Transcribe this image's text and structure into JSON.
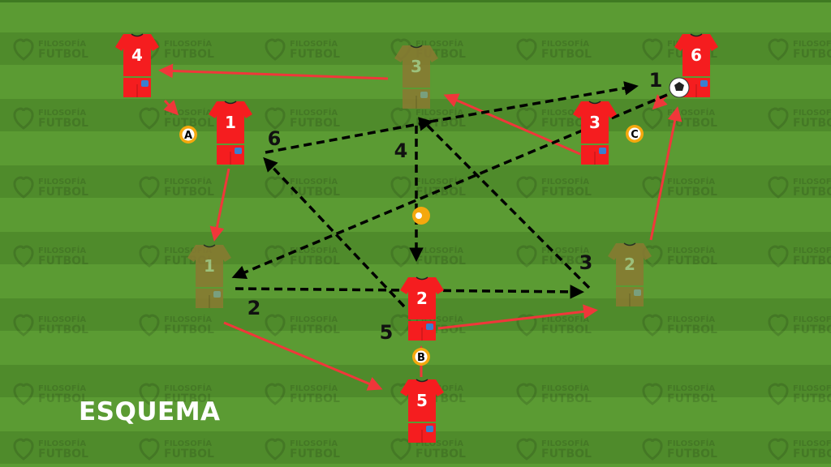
{
  "title": "ESQUEMA",
  "watermark": {
    "line1": "FILOSOFÍA",
    "line2": "FUTBOL"
  },
  "colors": {
    "field_light": "#5b9b33",
    "field_dark": "#4f8b2b",
    "kit": "#f51d1f",
    "kit_faded": "#8a7a32",
    "run_arrow": "#f0373a",
    "pass_line": "#000000",
    "badge": "#f5a80e"
  },
  "players": [
    {
      "number": "4",
      "faded": false
    },
    {
      "number": "3",
      "faded": true
    },
    {
      "number": "6",
      "faded": false
    },
    {
      "number": "1",
      "faded": false
    },
    {
      "number": "3",
      "faded": false
    },
    {
      "number": "1",
      "faded": true
    },
    {
      "number": "2",
      "faded": true
    },
    {
      "number": "2",
      "faded": false
    },
    {
      "number": "5",
      "faded": false
    }
  ],
  "cones": [
    {
      "label": "A"
    },
    {
      "label": "B"
    },
    {
      "label": "C"
    },
    {
      "label": ""
    }
  ],
  "pass_labels": [
    "1",
    "2",
    "3",
    "4",
    "5",
    "6"
  ]
}
